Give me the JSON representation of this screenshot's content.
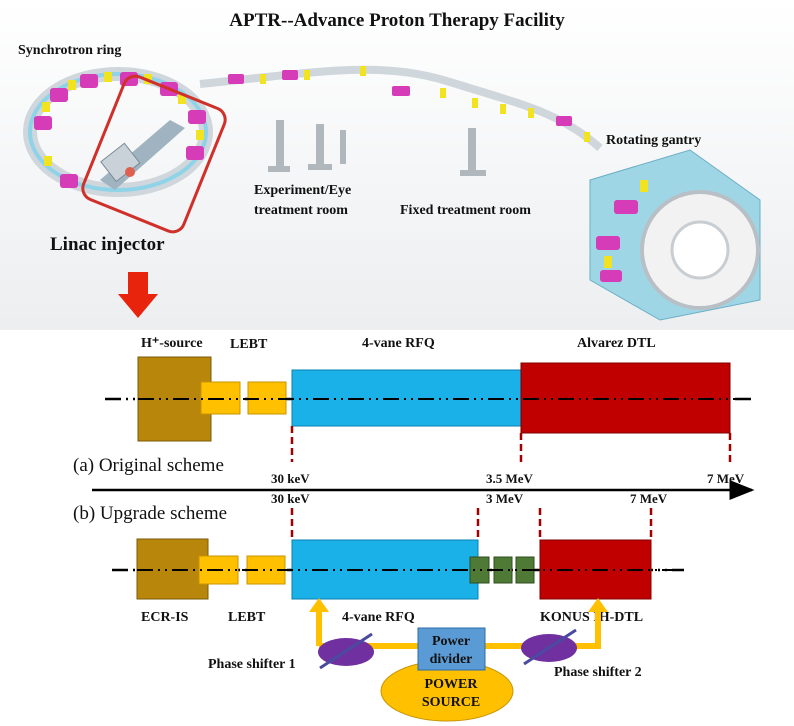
{
  "title": "APTR--Advance Proton Therapy Facility",
  "labels": {
    "synchrotron": "Synchrotron ring",
    "rotating_gantry": "Rotating gantry",
    "experiment_room_line1": "Experiment/Eye",
    "experiment_room_line2": "treatment room",
    "fixed_room": "Fixed treatment room",
    "linac_injector": "Linac injector"
  },
  "original": {
    "scheme_label": "(a) Original scheme",
    "source": "H⁺-source",
    "lebt": "LEBT",
    "rfq": "4-vane RFQ",
    "dtl": "Alvarez DTL",
    "energy_1": "30 keV",
    "energy_2": "3.5 MeV",
    "energy_3": "7 MeV"
  },
  "upgrade": {
    "scheme_label": "(b) Upgrade scheme",
    "energy_1": "30 keV",
    "energy_2": "3 MeV",
    "energy_3": "7 MeV",
    "source": "ECR-IS",
    "lebt": "LEBT",
    "rfq": "4-vane RFQ",
    "dtl": "KONUS IH-DTL",
    "power_divider_line1": "Power",
    "power_divider_line2": "divider",
    "power_source_line1": "POWER",
    "power_source_line2": "SOURCE",
    "phase_shifter_1": "Phase shifter 1",
    "phase_shifter_2": "Phase shifter 2"
  },
  "colors": {
    "source": "#b8860b",
    "lebt": "#ffc000",
    "rfq": "#1ab0e8",
    "dtl": "#c00000",
    "buncher": "#4e7a36",
    "divider": "#5b9bd5",
    "power_source": "#ffc000",
    "phase_shifter": "#7030a0",
    "arrow": "#e8250c",
    "highlight": "#d0302a"
  }
}
